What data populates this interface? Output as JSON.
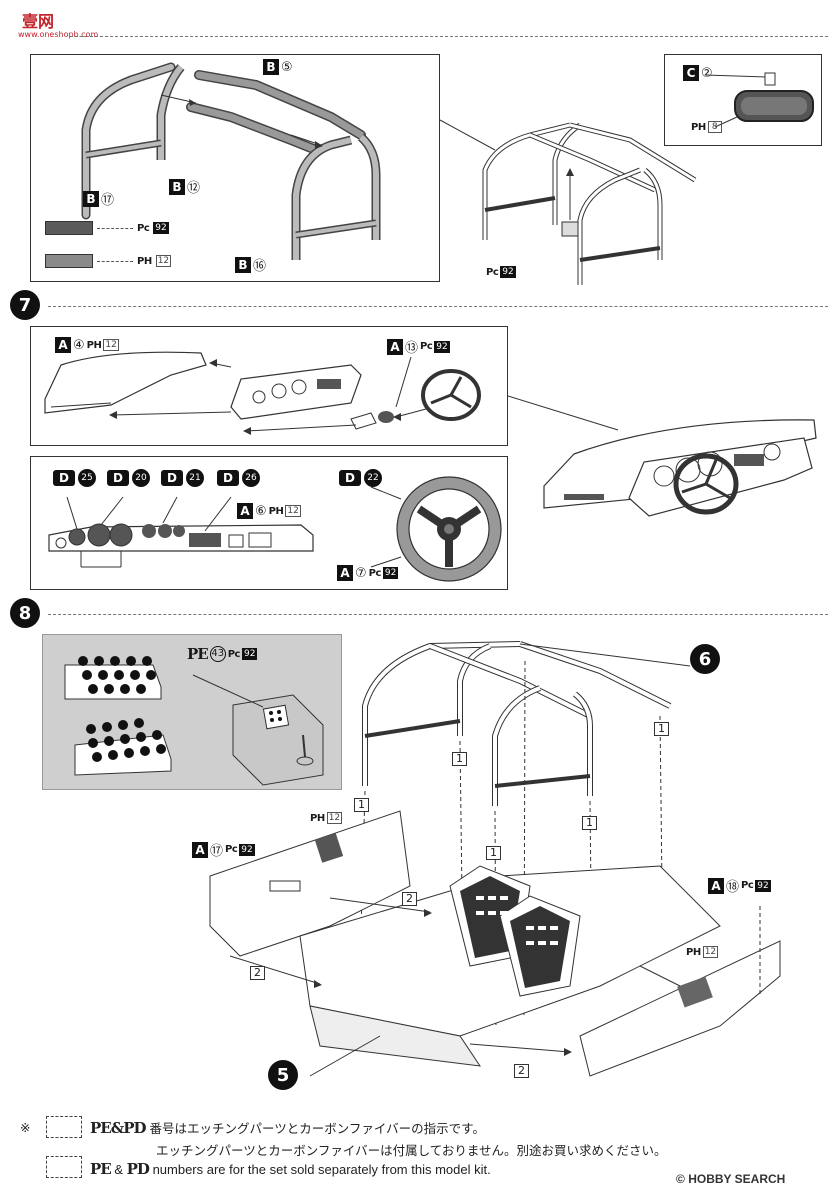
{
  "watermark": {
    "brand": "壹网",
    "site": "www.oneshopb.com"
  },
  "legend_colors": {
    "carbon_black": "#5a5a5a",
    "gunmetal": "#8a8a8a"
  },
  "step6": {
    "parts": {
      "b5": {
        "letter": "B",
        "num": "⑤"
      },
      "b12": {
        "letter": "B",
        "num": "⑫"
      },
      "b16": {
        "letter": "B",
        "num": "⑯"
      },
      "b17": {
        "letter": "B",
        "num": "⑰"
      },
      "c2": {
        "letter": "C",
        "num": "②"
      }
    },
    "legend": [
      {
        "code": "Pc",
        "num": "92"
      },
      {
        "code": "PH",
        "num": "12"
      }
    ],
    "mirror_paint": {
      "code": "PH",
      "num": "8"
    },
    "cage_paint": {
      "code": "Pc",
      "num": "92"
    }
  },
  "step7": {
    "number": "7",
    "top": {
      "a4": {
        "letter": "A",
        "num": "④",
        "code": "PH",
        "paint": "12"
      },
      "a13": {
        "letter": "A",
        "num": "⑬",
        "code": "Pc",
        "paint": "92"
      }
    },
    "decals": [
      "25",
      "20",
      "21",
      "26",
      "22"
    ],
    "decal_letter": "D",
    "a6": {
      "letter": "A",
      "num": "⑥",
      "code": "PH",
      "paint": "12"
    },
    "a7": {
      "letter": "A",
      "num": "⑦",
      "code": "Pc",
      "paint": "92"
    },
    "wheel_paint": {
      "code": "PH",
      "num": "12"
    }
  },
  "step8": {
    "number": "8",
    "pe": {
      "mark": "PE",
      "num": "43",
      "code": "Pc",
      "paint": "92"
    },
    "a17": {
      "letter": "A",
      "num": "⑰",
      "code": "Pc",
      "paint": "92"
    },
    "a18": {
      "letter": "A",
      "num": "⑱",
      "code": "Pc",
      "paint": "92"
    },
    "floor_paint": {
      "code": "PH",
      "num": "12"
    },
    "rear_paint": {
      "code": "PH",
      "num": "12"
    },
    "sub_refs": [
      "6",
      "5"
    ],
    "arrow_labels": [
      "1",
      "2"
    ]
  },
  "notes": {
    "asterisk": "※",
    "jp_prefix": "PE&PD",
    "jp_line1": "番号はエッチングパーツとカーボンファイバーの指示です。",
    "jp_line2": "エッチングパーツとカーボンファイバーは付属しておりません。別途お買い求めください。",
    "en_prefix_pe": "PE",
    "en_amp": "&",
    "en_prefix_pd": "PD",
    "en_text": "numbers are for the set sold separately from this model kit."
  },
  "footer": {
    "brand": "HOBBY SEARCH"
  }
}
